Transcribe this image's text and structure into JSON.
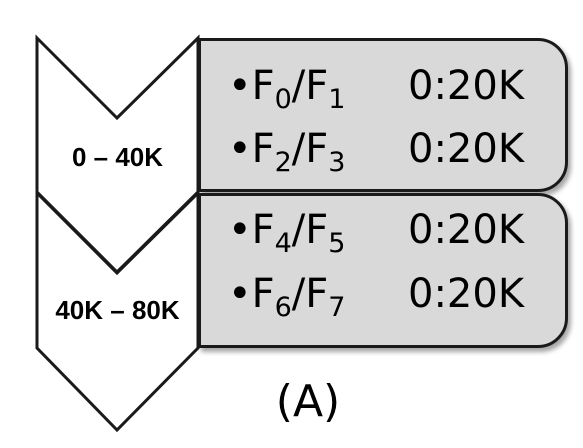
{
  "segments": [
    {
      "range": "0 – 40K",
      "items": [
        {
          "a": "F",
          "a_sub": "0",
          "sep": "/",
          "b": "F",
          "b_sub": "1",
          "value": "0:20K"
        },
        {
          "a": "F",
          "a_sub": "2",
          "sep": "/",
          "b": "F",
          "b_sub": "3",
          "value": "0:20K"
        }
      ]
    },
    {
      "range": "40K – 80K",
      "items": [
        {
          "a": "F",
          "a_sub": "4",
          "sep": "/",
          "b": "F",
          "b_sub": "5",
          "value": "0:20K"
        },
        {
          "a": "F",
          "a_sub": "6",
          "sep": "/",
          "b": "F",
          "b_sub": "7",
          "value": "0:20K"
        }
      ]
    }
  ],
  "bullet": "•",
  "caption": "(A)",
  "colors": {
    "box_fill": "#d9d9d9",
    "stroke": "#1a1a1a",
    "chevron_fill": "#ffffff"
  }
}
